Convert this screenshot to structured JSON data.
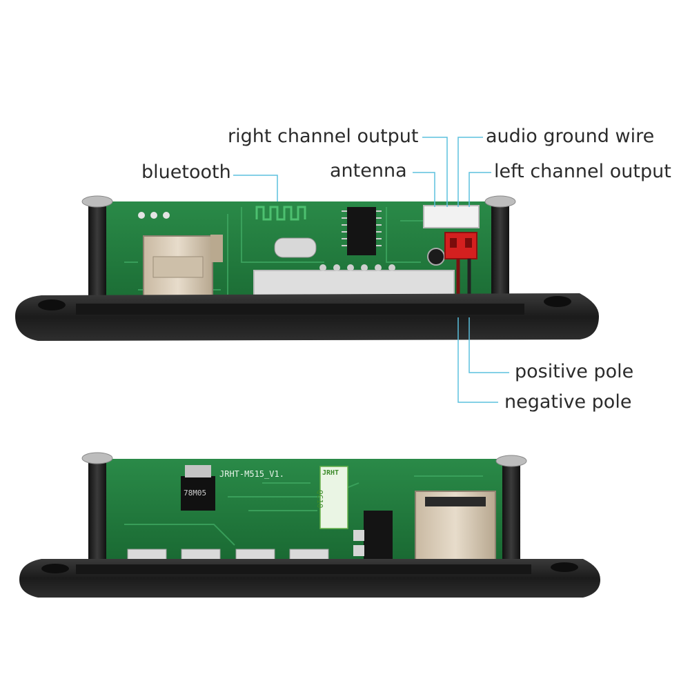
{
  "callouts": {
    "right_channel_output": "right channel output",
    "audio_ground_wire": "audio ground wire",
    "bluetooth": "bluetooth",
    "antenna": "antenna",
    "left_channel_output": "left channel output",
    "positive_pole": "positive pole",
    "negative_pole": "negative pole"
  },
  "board_markings": {
    "model": "JRHT-M515_V1.",
    "regulator": "78M05",
    "qc_brand": "JRHT",
    "qc_label": "QC10"
  },
  "colors": {
    "pcb_green": "#1f7a3c",
    "bezel_black": "#1e1e1e",
    "callout_line": "#5bc0de",
    "label_text": "#2b2b2b",
    "connector_red": "#d4201f"
  }
}
